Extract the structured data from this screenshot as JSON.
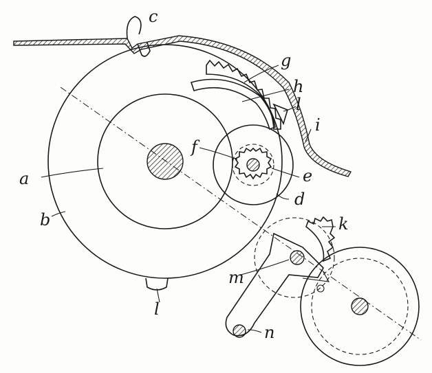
{
  "labels": {
    "a": "a",
    "b": "b",
    "c": "c",
    "d": "d",
    "e": "e",
    "f": "f",
    "g": "g",
    "h": "h",
    "i": "i",
    "k": "k",
    "l_top": "l",
    "l_bottom": "l",
    "m": "m",
    "n": "n"
  }
}
